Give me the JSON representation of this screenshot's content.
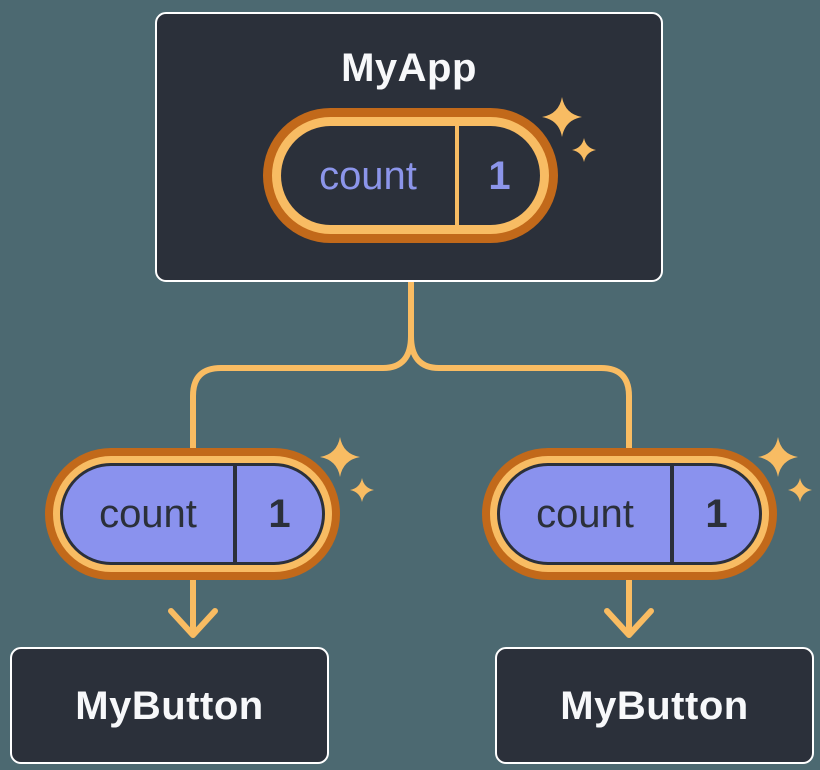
{
  "colors": {
    "background": "#4C6971",
    "card-bg": "#2B303A",
    "card-border": "#FFFFFF",
    "card-text": "#F7F8FA",
    "purple": "#8A92EE",
    "purple-text": "#8C95EA",
    "ink": "#2B303A",
    "ring-outer": "#C2691A",
    "ring-inner": "#F8BC63",
    "connector": "#F9BC62",
    "sparkle": "#F8BC63"
  },
  "root": {
    "title": "MyApp",
    "pill": {
      "label": "count",
      "value": "1"
    }
  },
  "children": [
    {
      "pill": {
        "label": "count",
        "value": "1"
      },
      "card": {
        "title": "MyButton"
      }
    },
    {
      "pill": {
        "label": "count",
        "value": "1"
      },
      "card": {
        "title": "MyButton"
      }
    }
  ]
}
